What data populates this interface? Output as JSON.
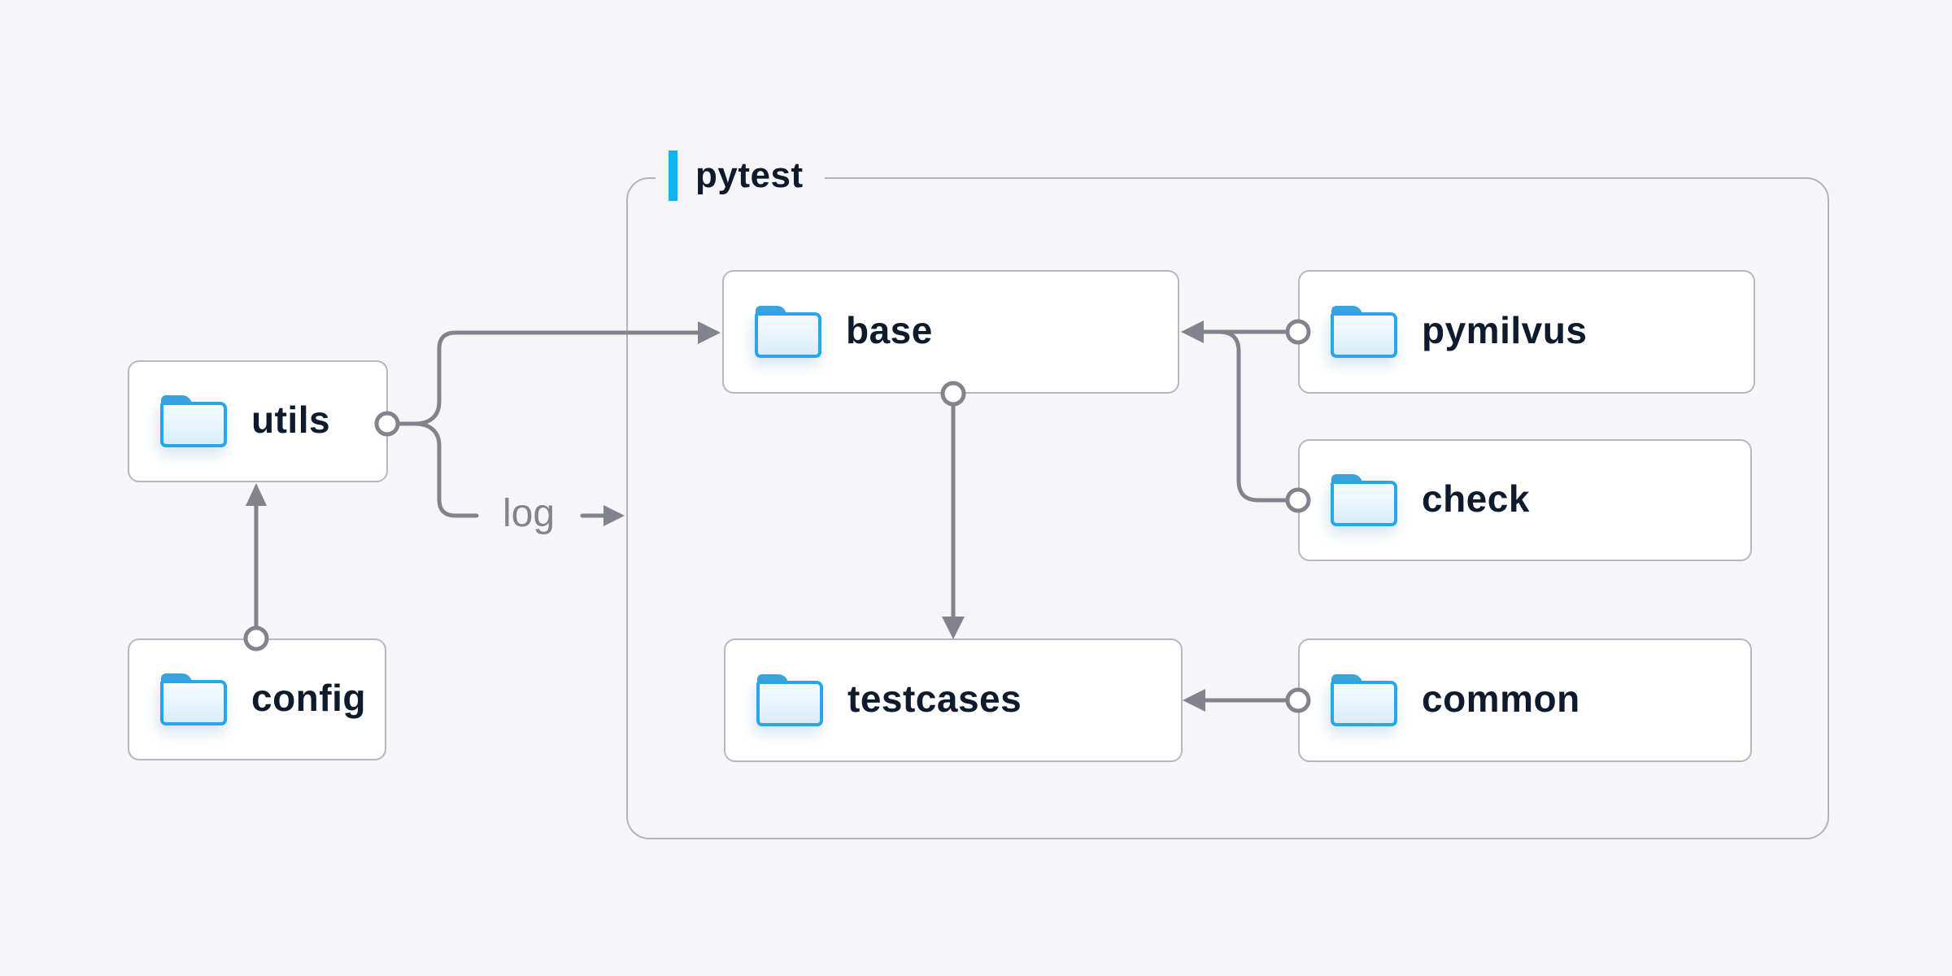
{
  "diagram": {
    "group_label": "pytest",
    "edge_label": "log",
    "nodes": {
      "utils": {
        "label": "utils",
        "icon": "folder-icon"
      },
      "config": {
        "label": "config",
        "icon": "folder-icon"
      },
      "base": {
        "label": "base",
        "icon": "folder-icon"
      },
      "pymilvus": {
        "label": "pymilvus",
        "icon": "folder-icon"
      },
      "check": {
        "label": "check",
        "icon": "folder-icon"
      },
      "testcases": {
        "label": "testcases",
        "icon": "folder-icon"
      },
      "common": {
        "label": "common",
        "icon": "folder-icon"
      }
    },
    "edges": [
      {
        "from": "config",
        "to": "utils",
        "style": "circle-to-arrow"
      },
      {
        "from": "utils",
        "to": "base",
        "style": "circle-to-arrow"
      },
      {
        "from": "utils",
        "to": "pytest-group",
        "style": "circle-to-arrow",
        "label": "log"
      },
      {
        "from": "pymilvus",
        "to": "base",
        "style": "circle-to-arrow"
      },
      {
        "from": "check",
        "to": "base",
        "style": "circle-to-arrow"
      },
      {
        "from": "base",
        "to": "testcases",
        "style": "circle-to-arrow"
      },
      {
        "from": "common",
        "to": "testcases",
        "style": "circle-to-arrow"
      }
    ],
    "colors": {
      "background": "#f6f6f8",
      "accent_blue": "#14b2f0",
      "folder_blue": "#28a7e8",
      "connector_gray": "#83838d",
      "box_border": "#b7b7c2",
      "text_dark": "#0d1b2c"
    }
  }
}
